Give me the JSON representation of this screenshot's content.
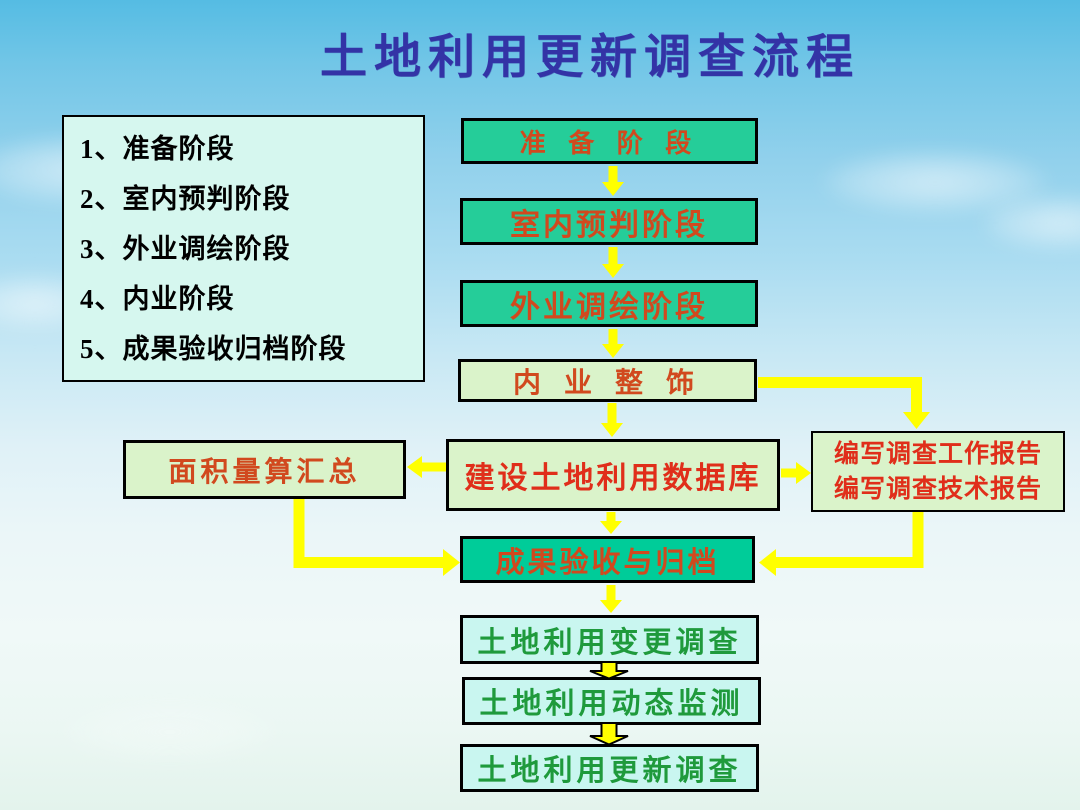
{
  "slide": {
    "title": "土地利用更新调查流程"
  },
  "legend": {
    "items": [
      {
        "label": "1、准备阶段"
      },
      {
        "label": "2、室内预判阶段"
      },
      {
        "label": "3、外业调绘阶段"
      },
      {
        "label": "4、内业阶段"
      },
      {
        "label": "5、成果验收归档阶段"
      }
    ]
  },
  "flowchart": {
    "nodes": {
      "prepare": {
        "label": "准 备 阶 段"
      },
      "indoor_prejudge": {
        "label": "室内预判阶段"
      },
      "field_survey": {
        "label": "外业调绘阶段"
      },
      "indoor_finishing": {
        "label": "内 业 整 饰"
      },
      "database": {
        "label": "建设土地利用数据库"
      },
      "area_summary": {
        "label": "面积量算汇总"
      },
      "reports": {
        "line1": "编写调查工作报告",
        "line2": "编写调查技术报告"
      },
      "acceptance": {
        "label": "成果验收与归档"
      },
      "change_survey": {
        "label": "土地利用变更调查"
      },
      "dynamic_monitor": {
        "label": "土地利用动态监测"
      },
      "update_survey": {
        "label": "土地利用更新调查"
      }
    }
  },
  "colors": {
    "title_text": "#3333A6",
    "green_box": "#25CD99",
    "teal_box": "#00CC99",
    "pale_green_box": "#DAF3CA",
    "pale_cyan_box": "#C9F6F0",
    "legend_box": "#D6F7EF",
    "orange_text": "#D1491E",
    "red_text": "#E02E1A",
    "green_text": "#1F9A3C",
    "arrow_yellow": "#FFFF00"
  }
}
